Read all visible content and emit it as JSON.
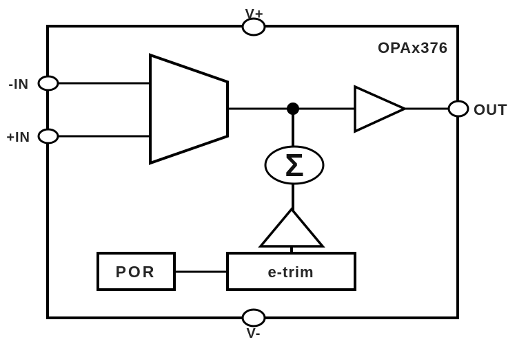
{
  "diagram": {
    "part_number": "OPAx376",
    "pins": {
      "v_plus": "V+",
      "v_minus": "V-",
      "neg_in": "-IN",
      "pos_in": "+IN",
      "out": "OUT"
    },
    "blocks": {
      "por": "POR",
      "etrim": "e-trim",
      "summing_node": "Σ"
    },
    "colors": {
      "line": "#000000",
      "text": "#262626",
      "background": "#ffffff"
    }
  }
}
